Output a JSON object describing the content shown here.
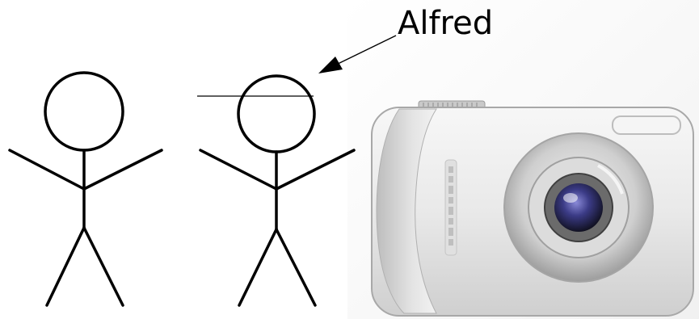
{
  "callout": {
    "label": "Alfred",
    "arrow": "arrow-pointing-down-left"
  },
  "figures": [
    {
      "name": "stick-figure-left"
    },
    {
      "name": "stick-figure-right"
    }
  ],
  "camera": {
    "icon": "compact-digital-camera-icon",
    "body_color": "#e6e6e6",
    "lens_color": "#4a4aa0"
  }
}
